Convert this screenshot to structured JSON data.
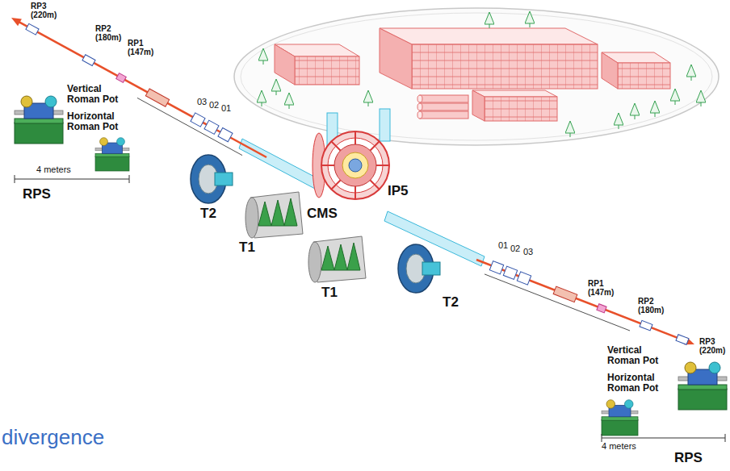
{
  "diagram": {
    "labels": [
      "RP3 (220m)",
      "RP2 (180m)",
      "RP1 (147m)",
      "Vertical Roman Pot",
      "03",
      "02",
      "01",
      "Horizontal Roman Pot",
      "4 meters",
      "IP5",
      "RPS",
      "T2",
      "CMS",
      "T1",
      "01",
      "02",
      "03",
      "T1",
      "RP1 (147m)",
      "RP2 (180m)",
      "T2",
      "Vertical Roman Pot",
      "RP3 (220m)",
      "Horizontal Roman Pot",
      "4 meters",
      "divergence",
      "RPS"
    ]
  }
}
